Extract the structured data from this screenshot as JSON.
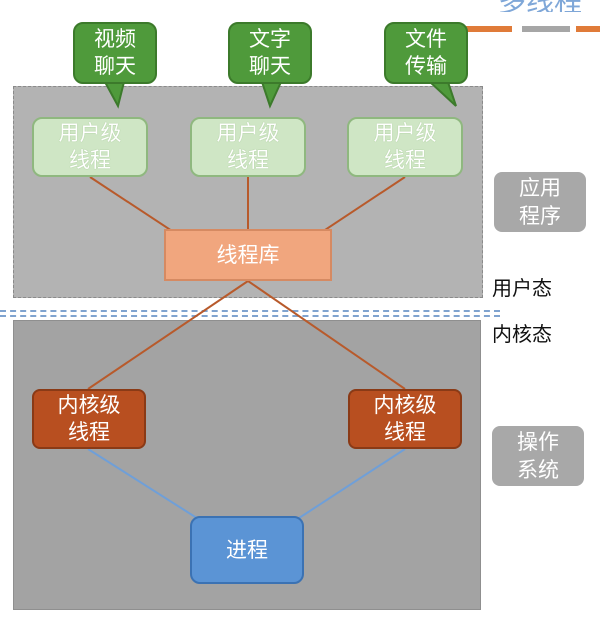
{
  "colors": {
    "user_region": "#b3b3b3",
    "kernel_region": "#a3a3a3",
    "user_thread_fill": "#cfe6c5",
    "kernel_thread_fill": "#b84f20",
    "thread_lib_fill": "#f1a67e",
    "process_fill": "#5b94d5",
    "bubble_fill": "#4f9a3b",
    "tag_fill": "#a8a8a8",
    "link_orange": "#b85a2b",
    "link_blue": "#6f9fd8",
    "divider": "#7fa3cf",
    "deco_orange": "#e07b39",
    "deco_gray": "#a6a6a6"
  },
  "header": {
    "partial_title": "多线程"
  },
  "bubbles": [
    {
      "label": "视频\n聊天"
    },
    {
      "label": "文字\n聊天"
    },
    {
      "label": "文件\n传输"
    }
  ],
  "user_threads": [
    {
      "label": "用户级\n线程"
    },
    {
      "label": "用户级\n线程"
    },
    {
      "label": "用户级\n线程"
    }
  ],
  "thread_library": {
    "label": "线程库"
  },
  "kernel_threads": [
    {
      "label": "内核级\n线程"
    },
    {
      "label": "内核级\n线程"
    }
  ],
  "process": {
    "label": "进程"
  },
  "tags": {
    "application": "应用\n程序",
    "operating_system": "操作\n系统"
  },
  "states": {
    "user_mode": "用户态",
    "kernel_mode": "内核态"
  }
}
